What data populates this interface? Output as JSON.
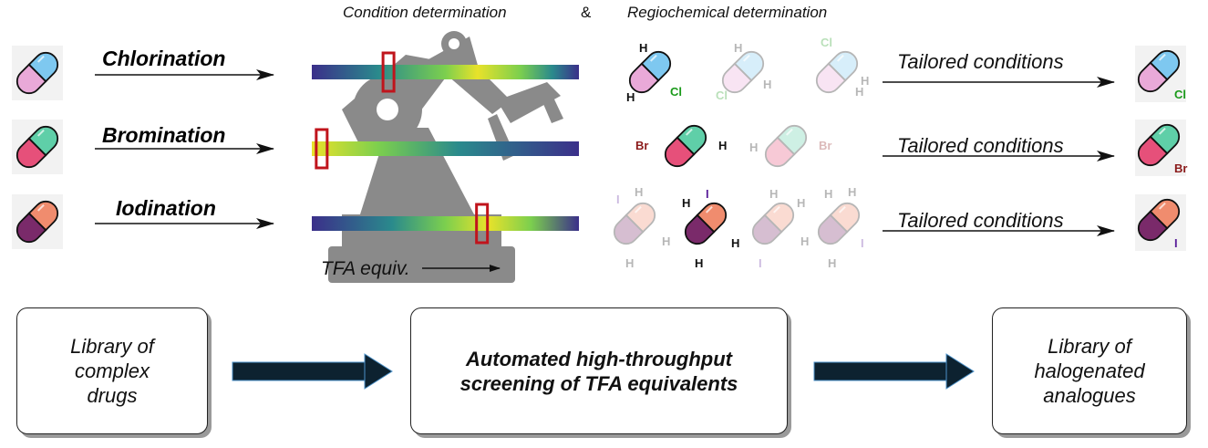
{
  "header": {
    "condition": "Condition determination",
    "amp": "&",
    "regio": "Regiochemical determination"
  },
  "reactions": [
    {
      "label": "Chlorination",
      "color": "#1a9a1a",
      "cap_top": "#7ec8f0",
      "cap_bottom": "#e9a9d8",
      "halogen": "Cl",
      "hal_color": "#1a9a1a",
      "tailored": "Tailored conditions",
      "tfa_position": 0.27
    },
    {
      "label": "Bromination",
      "color": "#8b1a1a",
      "cap_top": "#5fcfa8",
      "cap_bottom": "#e6507a",
      "halogen": "Br",
      "hal_color": "#8b1a1a",
      "tailored": "Tailored conditions",
      "tfa_position": 0.02
    },
    {
      "label": "Iodination",
      "color": "#5a1f9a",
      "cap_top": "#f08c6e",
      "cap_bottom": "#7a2a6a",
      "halogen": "I",
      "hal_color": "#5a1f9a",
      "tailored": "Tailored conditions",
      "tfa_position": 0.62
    }
  ],
  "tfa_axis": "TFA equiv.",
  "atoms": {
    "H": "H"
  },
  "bottom_flow": [
    {
      "text": "Library of\ncomplex\ndrugs",
      "bold": false
    },
    {
      "text": "Automated high-throughput\nscreening of TFA equivalents",
      "bold": true
    },
    {
      "text": "Library of\nhalogenated\nanalogues",
      "bold": false
    }
  ]
}
